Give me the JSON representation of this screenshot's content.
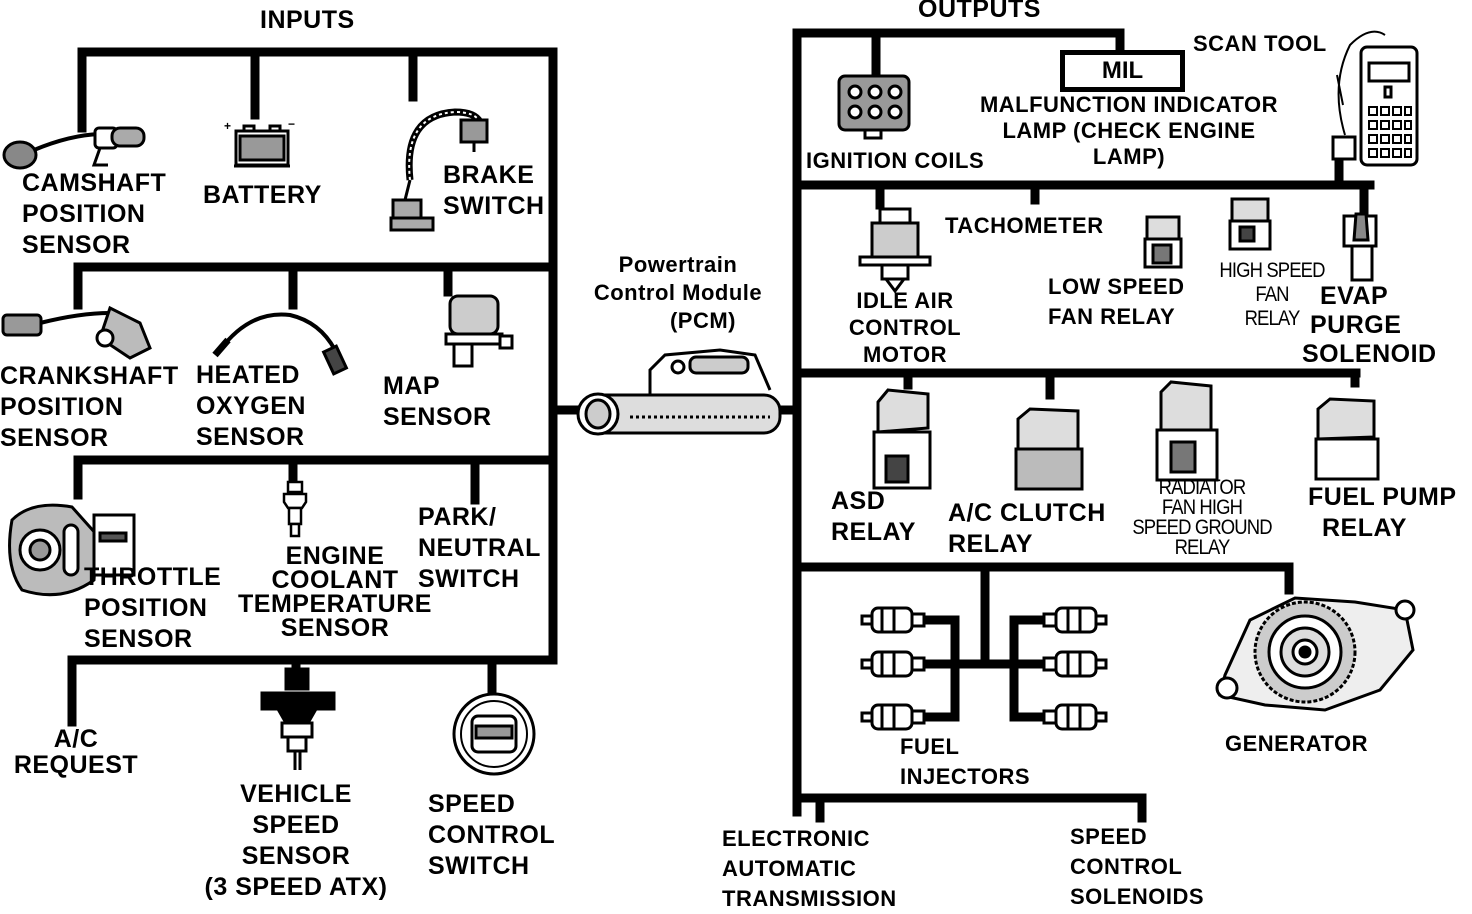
{
  "diagram": {
    "type": "block-wiring-diagram",
    "subject": "Powertrain Control Module inputs and outputs",
    "colors": {
      "line": "#000000",
      "background": "#ffffff"
    }
  },
  "headers": {
    "inputs": "INPUTS",
    "outputs": "OUTPUTS"
  },
  "pcm": {
    "lines": [
      "Powertrain",
      "Control Module",
      "(PCM)"
    ]
  },
  "inputs": [
    {
      "id": "camshaft",
      "icon": "camshaft-sensor-icon",
      "lines": [
        "CAMSHAFT",
        "POSITION",
        "SENSOR"
      ]
    },
    {
      "id": "battery",
      "icon": "battery-icon",
      "lines": [
        "BATTERY"
      ],
      "terminals": [
        "+",
        "-"
      ]
    },
    {
      "id": "brake",
      "icon": "brake-switch-icon",
      "lines": [
        "BRAKE",
        "SWITCH"
      ]
    },
    {
      "id": "crankshaft",
      "icon": "crankshaft-sensor-icon",
      "lines": [
        "CRANKSHAFT",
        "POSITION",
        "SENSOR"
      ]
    },
    {
      "id": "o2",
      "icon": "oxygen-sensor-icon",
      "lines": [
        "HEATED",
        "OXYGEN",
        "SENSOR"
      ]
    },
    {
      "id": "map",
      "icon": "map-sensor-icon",
      "lines": [
        "MAP",
        "SENSOR"
      ]
    },
    {
      "id": "tps",
      "icon": "throttle-sensor-icon",
      "lines": [
        "THROTTLE",
        "POSITION",
        "SENSOR"
      ]
    },
    {
      "id": "ect",
      "icon": "coolant-sensor-icon",
      "lines": [
        "ENGINE",
        "COOLANT",
        "TEMPERATURE",
        "SENSOR"
      ]
    },
    {
      "id": "pn",
      "icon": "park-neutral-switch-icon",
      "lines": [
        "PARK/",
        "NEUTRAL",
        "SWITCH"
      ]
    },
    {
      "id": "ac_req",
      "icon": "",
      "lines": [
        "A/C",
        "REQUEST"
      ]
    },
    {
      "id": "vss",
      "icon": "vehicle-speed-sensor-icon",
      "lines": [
        "VEHICLE",
        "SPEED",
        "SENSOR",
        "(3 SPEED ATX)"
      ]
    },
    {
      "id": "scs",
      "icon": "speed-control-switch-icon",
      "lines": [
        "SPEED",
        "CONTROL",
        "SWITCH"
      ]
    }
  ],
  "outputs": [
    {
      "id": "coils",
      "icon": "ignition-coil-icon",
      "lines": [
        "IGNITION COILS"
      ]
    },
    {
      "id": "mil",
      "icon": "mil-lamp-icon",
      "box_label": "MIL",
      "lines": [
        "MALFUNCTION  INDICATOR",
        "LAMP (CHECK ENGINE",
        "LAMP)"
      ]
    },
    {
      "id": "scan",
      "icon": "scan-tool-icon",
      "lines": [
        "SCAN TOOL"
      ]
    },
    {
      "id": "iac",
      "icon": "idle-air-motor-icon",
      "lines": [
        "IDLE AIR",
        "CONTROL",
        "MOTOR"
      ]
    },
    {
      "id": "tach",
      "icon": "",
      "lines": [
        "TACHOMETER"
      ]
    },
    {
      "id": "lsfan",
      "icon": "relay-icon",
      "lines": [
        "LOW SPEED",
        "FAN RELAY"
      ]
    },
    {
      "id": "hsfan",
      "icon": "relay-icon",
      "lines": [
        "HIGH SPEED",
        "FAN",
        "RELAY"
      ]
    },
    {
      "id": "evap",
      "icon": "solenoid-icon",
      "lines": [
        "EVAP",
        "PURGE",
        "SOLENOID"
      ]
    },
    {
      "id": "asd",
      "icon": "relay-icon",
      "lines": [
        "ASD",
        "RELAY"
      ]
    },
    {
      "id": "acclutch",
      "icon": "relay-icon",
      "lines": [
        "A/C CLUTCH",
        "RELAY"
      ]
    },
    {
      "id": "radfan",
      "icon": "relay-icon",
      "lines": [
        "RADIATOR",
        "FAN HIGH",
        "SPEED GROUND",
        "RELAY"
      ]
    },
    {
      "id": "fuelpump",
      "icon": "relay-icon",
      "lines": [
        "FUEL PUMP",
        "RELAY"
      ]
    },
    {
      "id": "injectors",
      "icon": "fuel-injector-icon",
      "count": 6,
      "lines": [
        "FUEL",
        "INJECTORS"
      ]
    },
    {
      "id": "generator",
      "icon": "generator-icon",
      "lines": [
        "GENERATOR"
      ]
    },
    {
      "id": "eat",
      "icon": "",
      "lines": [
        "ELECTRONIC",
        "AUTOMATIC",
        "TRANSMISSION"
      ]
    },
    {
      "id": "scsol",
      "icon": "",
      "lines": [
        "SPEED",
        "CONTROL",
        "SOLENOIDS"
      ]
    }
  ]
}
